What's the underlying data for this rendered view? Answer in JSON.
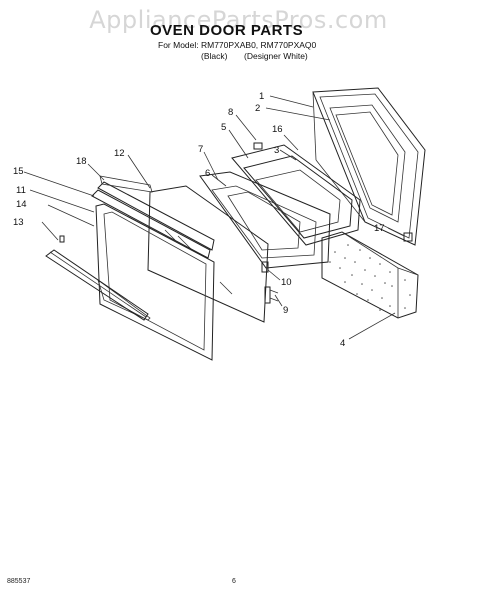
{
  "watermark": "AppliancePartsPros.com",
  "header": {
    "title": "OVEN DOOR PARTS",
    "model_line": "For Model: RM770PXAB0, RM770PXAQ0",
    "finish_black": "(Black)",
    "finish_white": "(Designer White)"
  },
  "callouts": [
    "1",
    "2",
    "3",
    "4",
    "5",
    "6",
    "7",
    "8",
    "9",
    "10",
    "11",
    "12",
    "13",
    "14",
    "15",
    "16",
    "17",
    "18"
  ],
  "footer": {
    "code": "885537",
    "page": "6"
  }
}
